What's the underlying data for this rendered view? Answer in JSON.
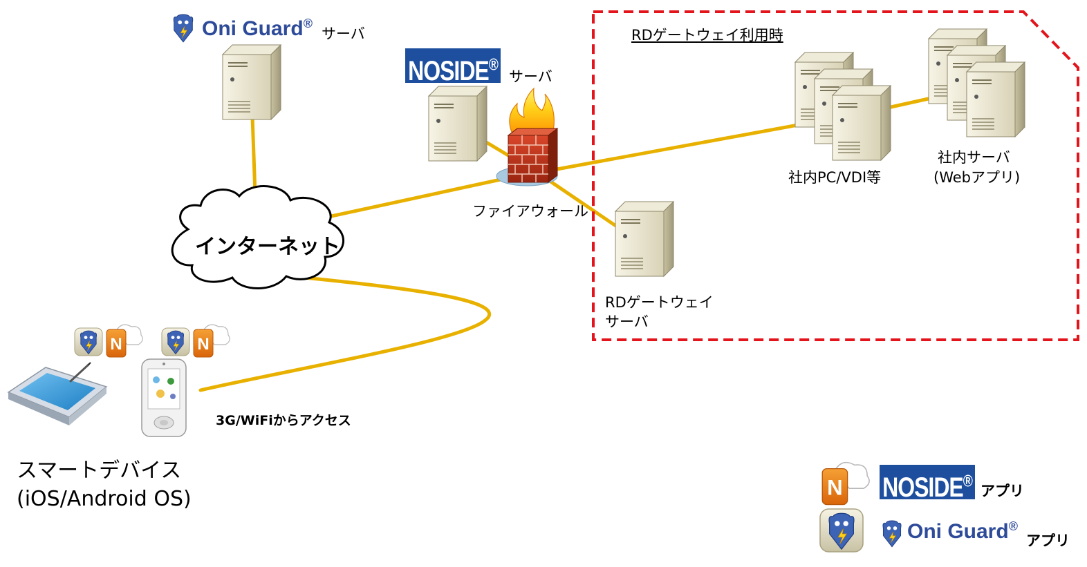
{
  "labels": {
    "oniguard_brand": "Oni Guard",
    "oniguard_server_suffix": "サーバ",
    "noside_brand": "NOSIDE",
    "noside_server_suffix": "サーバ",
    "internet": "インターネット",
    "firewall": "ファイアウォール",
    "rd_zone_title": "RDゲートウェイ利用時",
    "rd_gateway_line1": "RDゲートウェイ",
    "rd_gateway_line2": "サーバ",
    "internal_pc": "社内PC/VDI等",
    "internal_server_line1": "社内サーバ",
    "internal_server_line2": "(Webアプリ)",
    "access": "3G/WiFiからアクセス",
    "smart_device_line1": "スマートデバイス",
    "smart_device_line2": "(iOS/Android OS)",
    "legend_noside_brand": "NOSIDE",
    "legend_noside_app": "アプリ",
    "legend_oniguard_brand": "Oni Guard",
    "legend_oniguard_app": "アプリ",
    "registered_mark": "®"
  },
  "icons": [
    "server-icon",
    "firewall-icon",
    "cloud-icon",
    "tablet-icon",
    "smartphone-icon",
    "oniguard-app-icon",
    "noside-app-icon"
  ],
  "colors": {
    "connection_line": "#e8b100",
    "rd_zone_border": "#e3141c",
    "noside_brand": "#1d4f9e",
    "oniguard_text": "#2e4b9a",
    "noside_app_icon": "#e8760c"
  }
}
